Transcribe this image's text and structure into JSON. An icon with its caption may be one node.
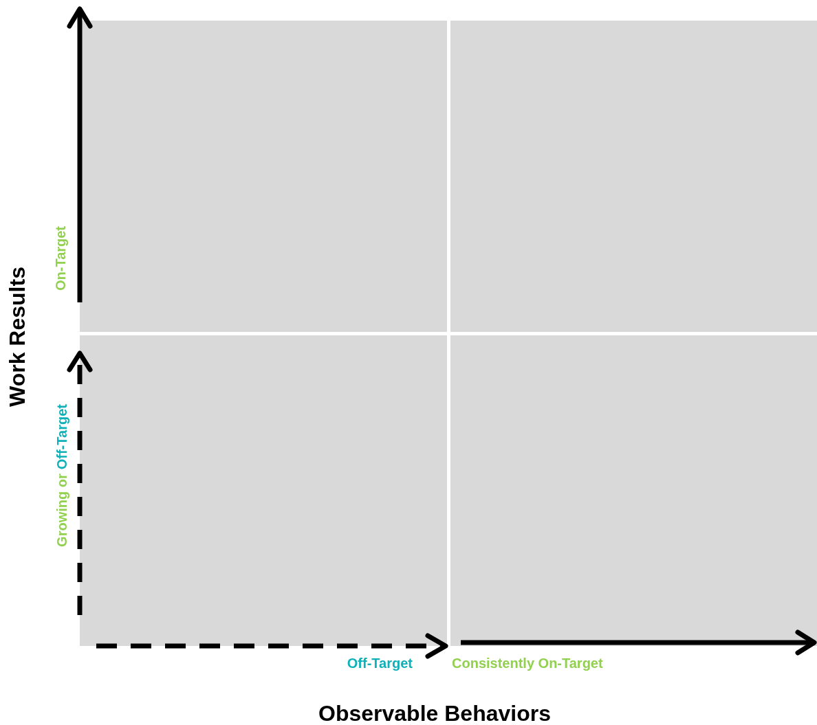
{
  "diagram": {
    "nodes": [
      {
        "text": [],
        "shape": "box"
      },
      {
        "text": [],
        "shape": "box"
      },
      {
        "text": [],
        "shape": "box"
      },
      {
        "text": [],
        "shape": "box"
      }
    ],
    "labels": [
      "Work Results",
      "On-Target",
      "Growing or",
      "Off-Target",
      "Off-Target",
      "Consistently On-Target",
      "Observable Behaviors"
    ]
  }
}
